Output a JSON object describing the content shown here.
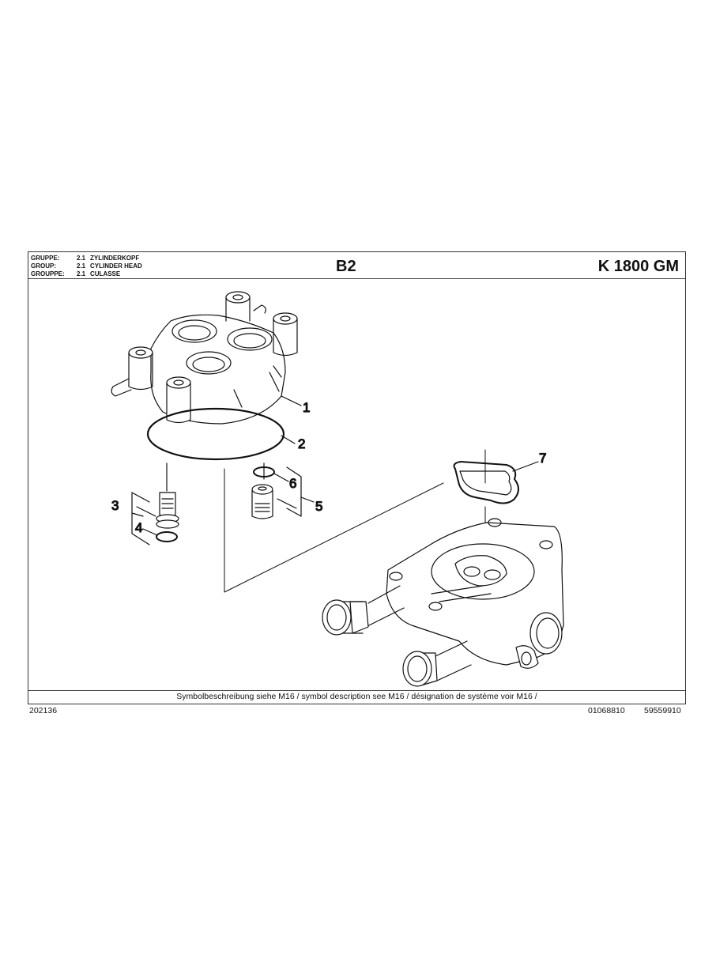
{
  "header": {
    "group_rows": [
      {
        "key": "GRUPPE:",
        "num": "2.1",
        "name": "ZYLINDERKOPF"
      },
      {
        "key": "GROUP:",
        "num": "2.1",
        "name": "CYLINDER HEAD"
      },
      {
        "key": "GROUPPE:",
        "num": "2.1",
        "name": "CULASSE"
      }
    ],
    "sheet_code": "B2",
    "model": "K 1800 GM"
  },
  "drawing": {
    "callouts": [
      {
        "label": "1",
        "part": "cylinder head"
      },
      {
        "label": "2",
        "part": "o-ring large"
      },
      {
        "label": "3",
        "part": "valve assembly"
      },
      {
        "label": "4",
        "part": "o-ring small"
      },
      {
        "label": "5",
        "part": "valve assembly"
      },
      {
        "label": "6",
        "part": "o-ring small"
      },
      {
        "label": "7",
        "part": "gasket"
      }
    ]
  },
  "footer": {
    "symbol_note": "Symbolbeschreibung siehe M16 / symbol description see M16 / désignation de système voir M16 /",
    "drawing_id": "202136",
    "doc_number": "01068810",
    "part_number": "59559910"
  }
}
